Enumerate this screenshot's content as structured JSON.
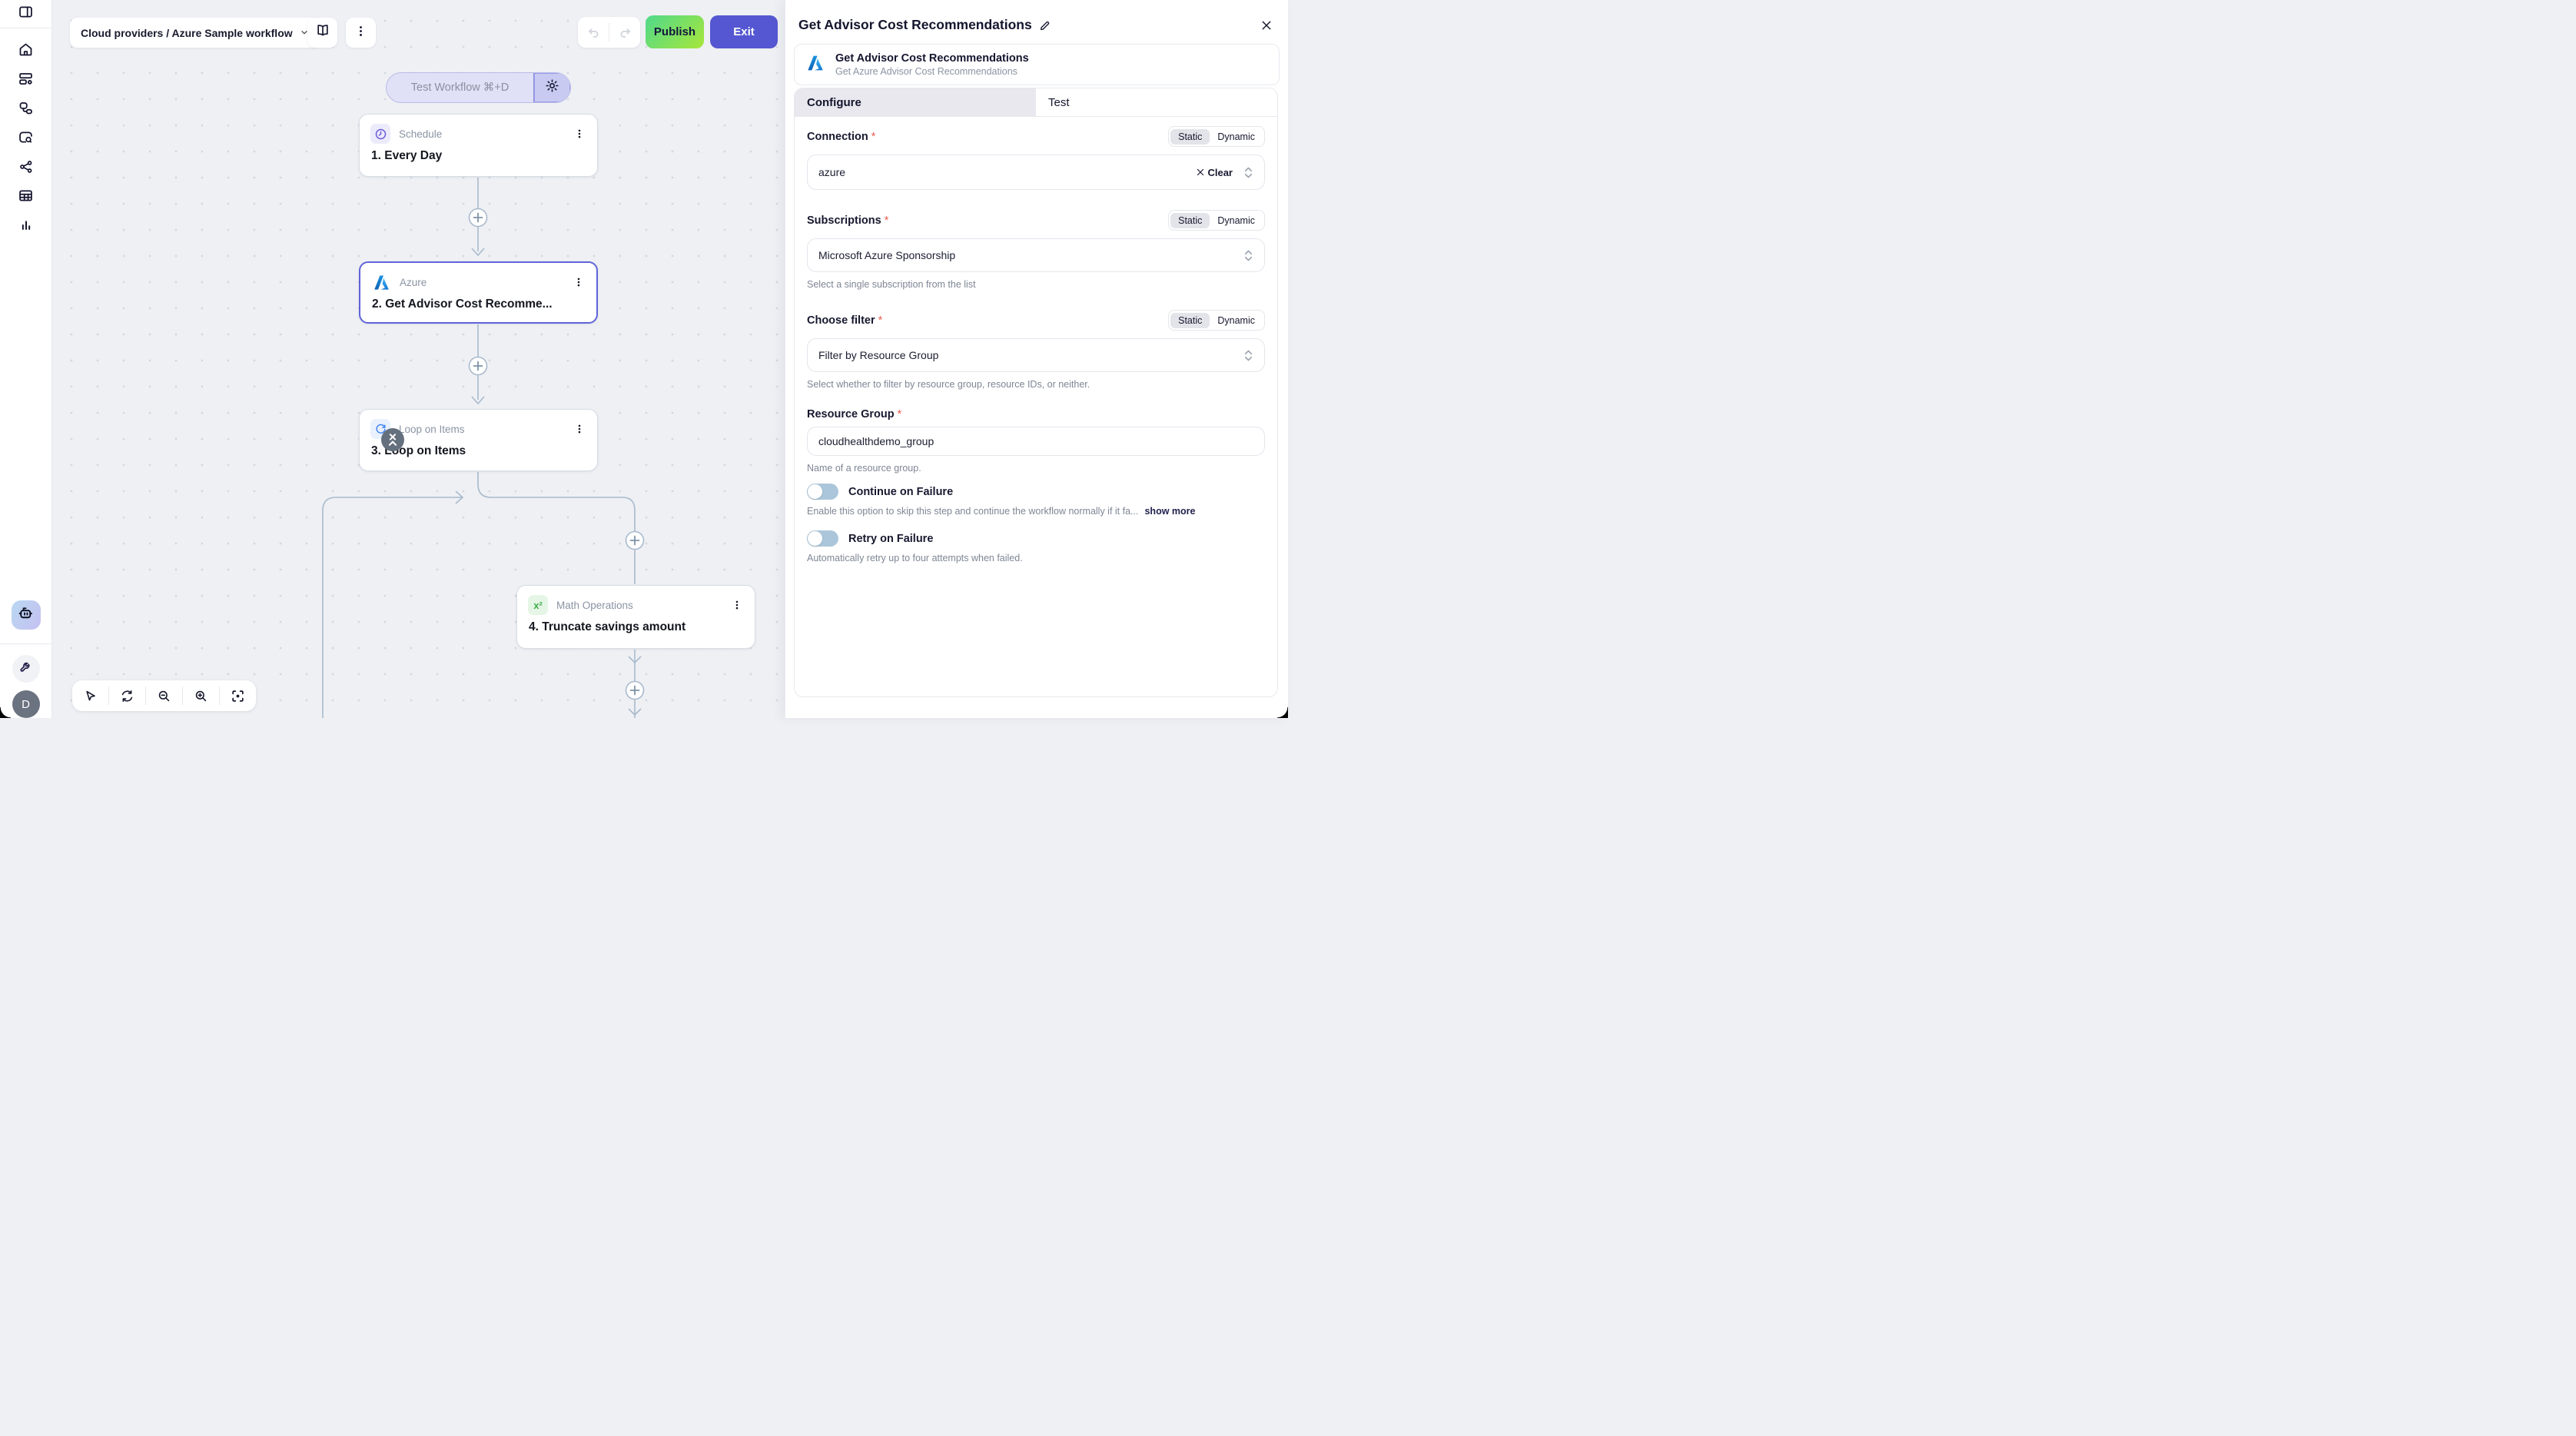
{
  "topbar": {
    "breadcrumb": "Cloud providers / Azure Sample workflow",
    "publish_label": "Publish",
    "exit_label": "Exit"
  },
  "sidebar": {
    "avatar_initial": "D"
  },
  "canvas": {
    "test_button_label": "Test Workflow ⌘+D",
    "math_icon": "x²",
    "nodes": [
      {
        "app": "Schedule",
        "step": "1. Every Day"
      },
      {
        "app": "Azure",
        "step": "2. Get Advisor Cost Recomme..."
      },
      {
        "app": "Loop on Items",
        "step": "3. Loop on Items"
      },
      {
        "app": "Math Operations",
        "step": "4. Truncate savings amount"
      }
    ]
  },
  "panel": {
    "title": "Get Advisor Cost Recommendations",
    "app": {
      "name": "Get Advisor Cost Recommendations",
      "description": "Get Azure Advisor Cost Recommendations"
    },
    "tabs": [
      {
        "label": "Configure"
      },
      {
        "label": "Test"
      }
    ],
    "mode_static": "Static",
    "mode_dynamic": "Dynamic",
    "required_marker": "*",
    "connection": {
      "label": "Connection",
      "value": "azure",
      "clear_label": "Clear"
    },
    "subscriptions": {
      "label": "Subscriptions",
      "value": "Microsoft Azure Sponsorship",
      "helper": "Select a single subscription from the list"
    },
    "choose_filter": {
      "label": "Choose filter",
      "value": "Filter by Resource Group",
      "helper": "Select whether to filter by resource group, resource IDs, or neither."
    },
    "resource_group": {
      "label": "Resource Group",
      "value": "cloudhealthdemo_group",
      "helper": "Name of a resource group."
    },
    "continue_on_failure": {
      "label": "Continue on Failure",
      "helper": "Enable this option to skip this step and continue the workflow normally if it fa...",
      "show_more": "show more"
    },
    "retry_on_failure": {
      "label": "Retry on Failure",
      "helper": "Automatically retry up to four attempts when failed."
    }
  },
  "colors": {
    "accent_indigo": "#5457d1",
    "selected_node_border": "#6064d9",
    "publish_gradient_top": "#4fd98b",
    "publish_gradient_bottom": "#a7e63a",
    "connector": "#a9bacc",
    "toggle_off_track": "#abc6da"
  }
}
